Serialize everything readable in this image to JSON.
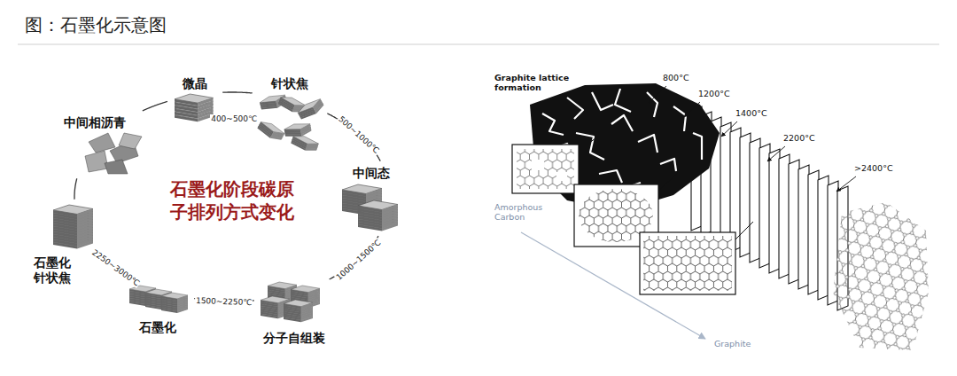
{
  "diagram": {
    "title": "图：石墨化示意图",
    "nodes": [
      {
        "text": [
          "中间相沥青"
        ]
      },
      {
        "text": [
          "微晶"
        ]
      },
      {
        "text": [
          "针状焦"
        ]
      },
      {
        "text": [
          "中间态"
        ]
      },
      {
        "text": [
          "分子自组装"
        ]
      },
      {
        "text": [
          "石墨化"
        ]
      },
      {
        "text": [
          "石墨化 针状焦"
        ]
      }
    ],
    "edges": [
      {
        "from": 0,
        "to": 1,
        "arrow": "none"
      },
      {
        "from": 1,
        "to": 2,
        "label": "400~500℃",
        "arrow": "none"
      },
      {
        "from": 2,
        "to": 3,
        "label": "500~1000℃",
        "arrow": "none"
      },
      {
        "from": 3,
        "to": 4,
        "label": "1000~1500℃",
        "arrow": "none"
      },
      {
        "from": 4,
        "to": 5,
        "label": "1500~2250℃",
        "arrow": "none"
      },
      {
        "from": 5,
        "to": 6,
        "label": "2250~3000℃",
        "arrow": "none"
      },
      {
        "from": 6,
        "to": 0,
        "arrow": "none"
      }
    ],
    "labels": [
      "石墨化阶段碳原子排列方式变化",
      "Graphite lattice formation",
      "800°C",
      "1200°C",
      "1400°C",
      "2200°C",
      ">2400°C",
      "Amorphous Carbon",
      "Graphite"
    ]
  }
}
